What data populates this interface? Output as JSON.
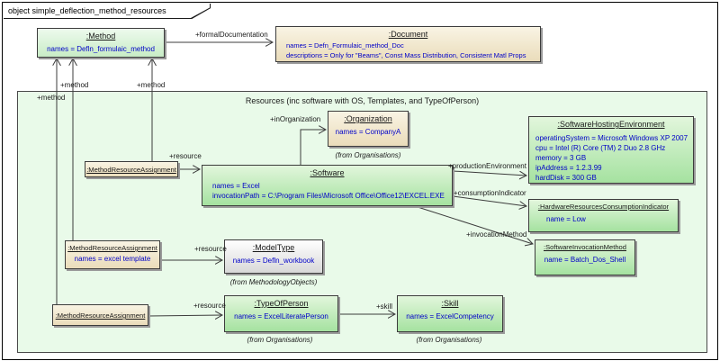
{
  "frame_tab": "object simple_deflection_method_resources",
  "resources_frame": {
    "label": "Resources (inc software with OS, Templates, and TypeOfPerson)"
  },
  "objects": {
    "method": {
      "title": ":Method",
      "attrs": [
        "names = Defln_formulaic_method"
      ]
    },
    "document": {
      "title": ":Document",
      "attrs": [
        "names = Defn_Formulaic_method_Doc",
        "descriptions = Only for \"Beams\", Const Mass Distribution, Consistent Matl Props"
      ]
    },
    "organization": {
      "title": ":Organization",
      "attrs": [
        "names = CompanyA"
      ],
      "from": "(from Organisations)"
    },
    "software": {
      "title": ":Software",
      "attrs": [
        "names = Excel",
        "invocationPath = C:\\Program Files\\Microsoft Office\\Office12\\EXCEL.EXE"
      ]
    },
    "hosting": {
      "title": ":SoftwareHostingEnvironment",
      "attrs": [
        "operatingSystem = Microsoft Windows XP 2007",
        "cpu = Intel (R) Core (TM) 2 Duo 2.8 GHz",
        "memory = 3 GB",
        "ipAddress = 1.2.3.99",
        "hardDisk = 300 GB"
      ]
    },
    "hw_indicator": {
      "title": ":HardwareResourcesConsumptionIndicator",
      "attrs": [
        "name = Low"
      ]
    },
    "invocation": {
      "title": ":SoftwareInvocationMethod",
      "attrs": [
        "name = Batch_Dos_Shell"
      ]
    },
    "mra1": {
      "title": ":MethodResourceAssignment"
    },
    "mra2": {
      "title": ":MethodResourceAssignment",
      "attrs": [
        "names = excel template"
      ]
    },
    "mra3": {
      "title": ":MethodResourceAssignment"
    },
    "model_type": {
      "title": ":ModelType",
      "attrs": [
        "names = Defln_workbook"
      ],
      "from": "(from MethodologyObjects)"
    },
    "type_of_person": {
      "title": ":TypeOfPerson",
      "attrs": [
        "names = ExcelLiteratePerson"
      ],
      "from": "(from Organisations)"
    },
    "skill": {
      "title": ":Skill",
      "attrs": [
        "names = ExcelCompetency"
      ],
      "from": "(from Organisations)"
    }
  },
  "labels": {
    "formal_documentation": "+formalDocumentation",
    "method": "+method",
    "resource": "+resource",
    "in_organization": "+inOrganization",
    "production_environment": "+productionEnvironment",
    "consumption_indicator": "+consumptionIndicator",
    "invocation_method": "+invocationMethod",
    "skill": "+skill"
  },
  "colors": {
    "object_green": "#a5e2a0",
    "object_tan": "#f3ecd8",
    "object_gray": "#e8e8e8",
    "frame_fill": "#e9fae9",
    "attr_text": "#0000c8",
    "line": "#3c3c3c"
  }
}
